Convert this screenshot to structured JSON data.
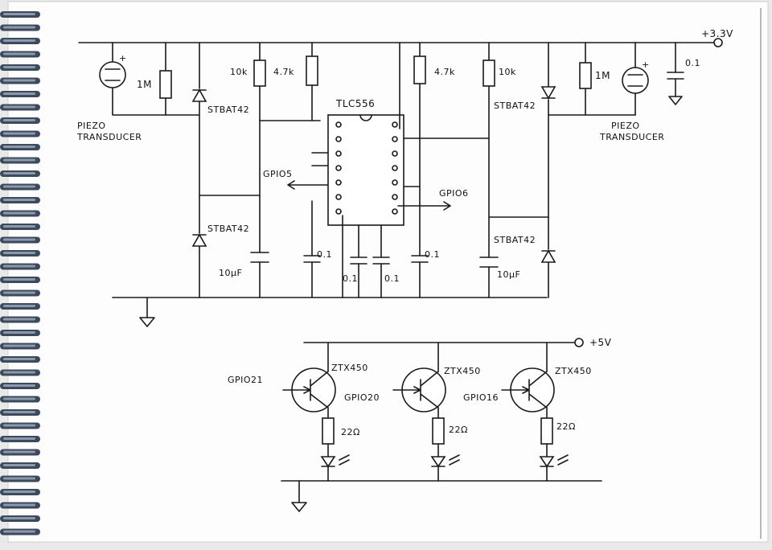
{
  "supply": {
    "rail_33": "+3.3V",
    "rail_5": "+5V"
  },
  "ic": {
    "name": "TLC556"
  },
  "left": {
    "transducer_line1": "PIEZO",
    "transducer_line2": "TRANSDUCER",
    "r_bleed": "1M",
    "r_pull": "10k",
    "r_dis": "4.7k",
    "diode_top": "STBAT42",
    "diode_bottom": "STBAT42",
    "cap_timing": "10µF",
    "cap_decouple": "0.1",
    "gpio": "GPIO5"
  },
  "right": {
    "transducer_line1": "PIEZO",
    "transducer_line2": "TRANSDUCER",
    "r_bleed": "1M",
    "r_pull": "10k",
    "r_dis": "4.7k",
    "diode_top": "STBAT42",
    "diode_bottom": "STBAT42",
    "cap_timing": "10µF",
    "cap_decouple": "0.1",
    "cap_supply": "0.1",
    "gpio": "GPIO6"
  },
  "ic_caps": {
    "c1": "0.1",
    "c2": "0.1"
  },
  "drivers": [
    {
      "transistor": "ZTX450",
      "gpio": "GPIO21",
      "resistor": "22Ω"
    },
    {
      "transistor": "ZTX450",
      "gpio": "GPIO20",
      "resistor": "22Ω"
    },
    {
      "transistor": "ZTX450",
      "gpio": "GPIO16",
      "resistor": "22Ω"
    }
  ],
  "colors": {
    "ink": "#1a1a1a",
    "paper": "#ffffff",
    "binding": "#3d4a5c"
  }
}
